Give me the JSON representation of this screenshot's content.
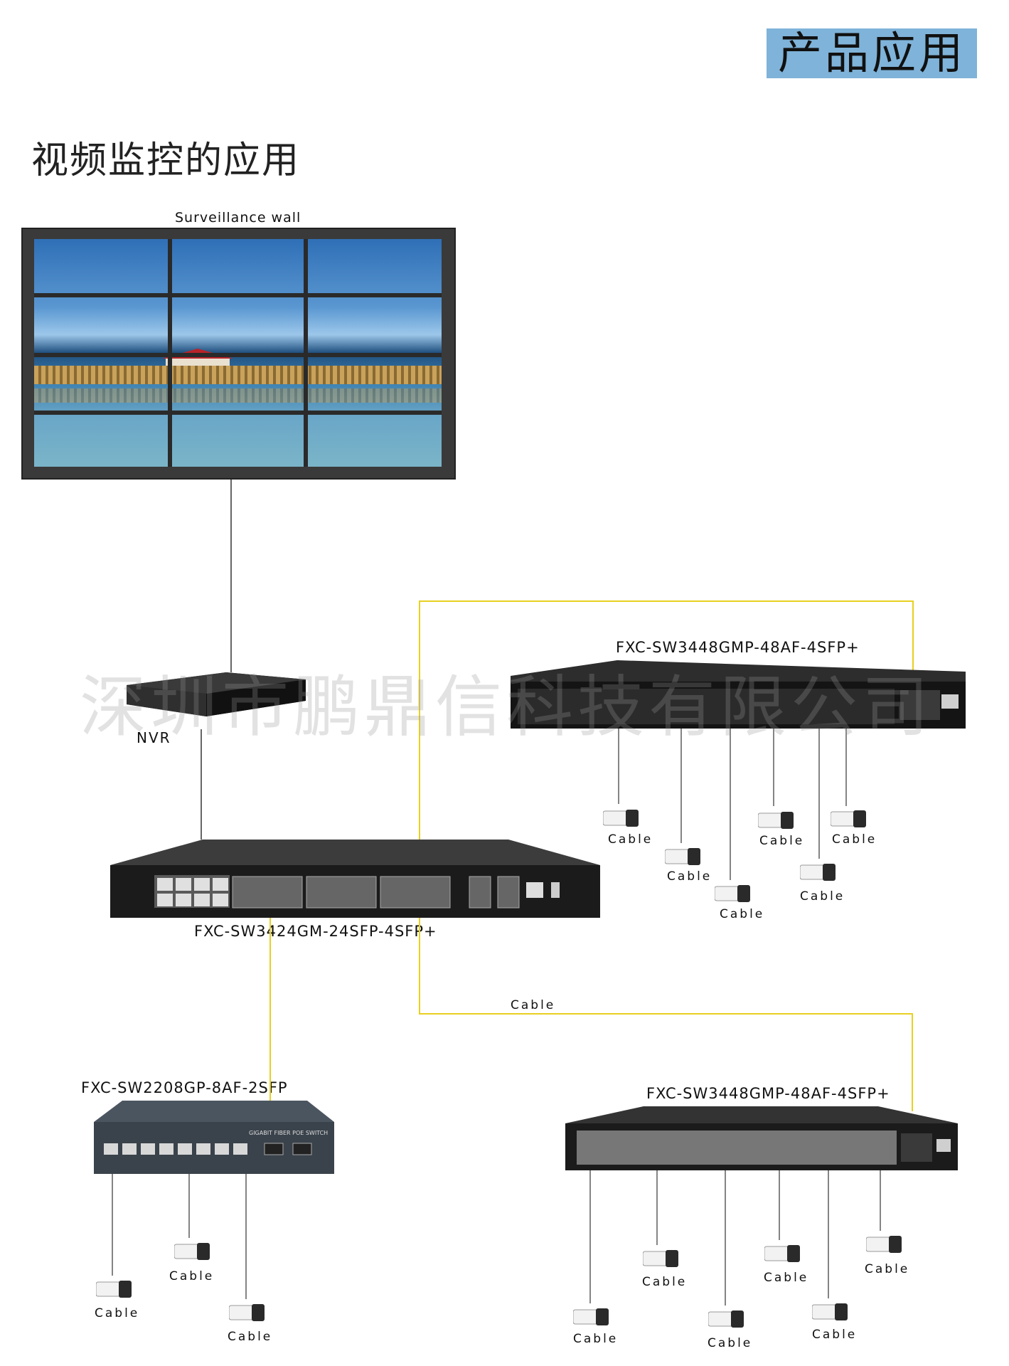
{
  "header": {
    "badge": "产品应用"
  },
  "section_title": "视频监控的应用",
  "watermark": "深圳市鹏鼎信科技有限公司",
  "wall": {
    "label": "Surveillance wall"
  },
  "nvr": {
    "label": "NVR"
  },
  "switches": {
    "top_right": "FXC-SW3448GMP-48AF-4SFP+",
    "core": "FXC-SW3424GM-24SFP-4SFP+",
    "bottom_left": "FXC-SW2208GP-8AF-2SFP",
    "bottom_right": "FXC-SW3448GMP-48AF-4SFP+"
  },
  "bottom_left_switch_text": "GIGABIT FIBER POE SWITCH",
  "link_label": "Cable",
  "camera_label": "Cable",
  "colors": {
    "badge": "#7fb3d9",
    "fiber": "#e8d021",
    "copper": "#333333"
  }
}
